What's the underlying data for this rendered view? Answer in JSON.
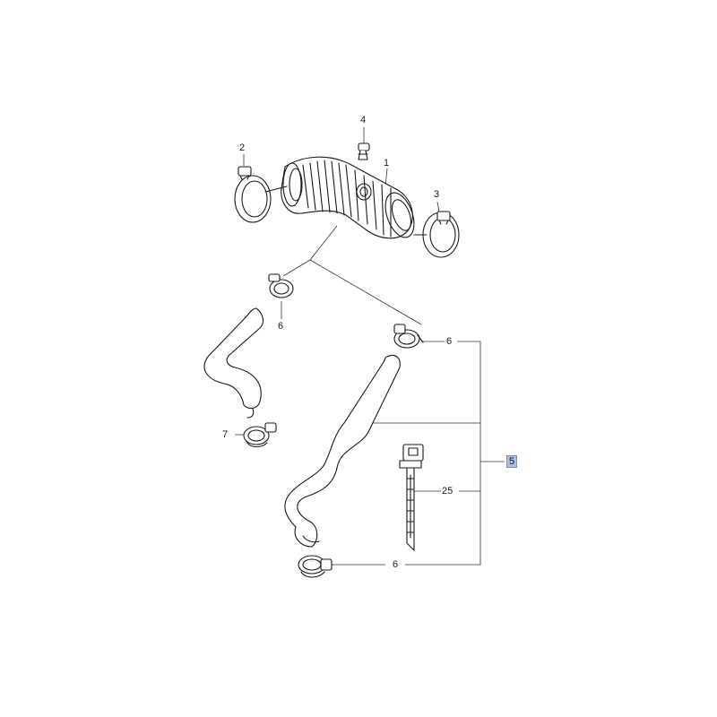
{
  "callouts": {
    "c1": "1",
    "c2": "2",
    "c3": "3",
    "c4": "4",
    "c5": "5",
    "c6a": "6",
    "c6b": "6",
    "c6c": "6",
    "c7": "7",
    "c25": "25"
  },
  "colors": {
    "line": "#1a1a1a",
    "highlight": "#aebfdf"
  }
}
